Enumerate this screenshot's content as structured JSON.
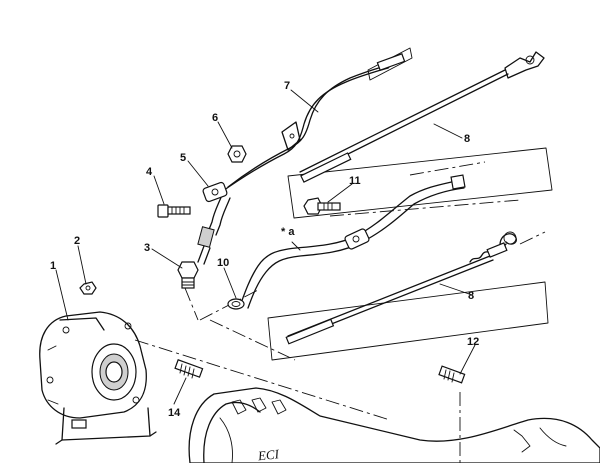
{
  "callouts": {
    "c1": "1",
    "c2": "2",
    "c3": "3",
    "c4": "4",
    "c5": "5",
    "c6": "6",
    "c7": "7",
    "c8a": "8",
    "c8b": "8",
    "c10": "10",
    "c11": "11",
    "c12": "12",
    "c14": "14",
    "ca": "* a"
  },
  "casting_text": "ECI"
}
